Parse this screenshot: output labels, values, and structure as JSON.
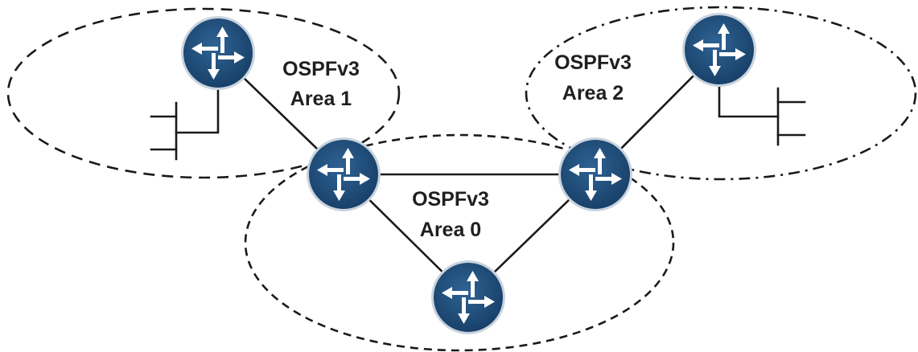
{
  "areas": [
    {
      "id": "area1",
      "label_line1": "OSPFv3",
      "label_line2": "Area 1",
      "boundary_style": "dashed"
    },
    {
      "id": "area2",
      "label_line1": "OSPFv3",
      "label_line2": "Area 2",
      "boundary_style": "dash-dot"
    },
    {
      "id": "area0",
      "label_line1": "OSPFv3",
      "label_line2": "Area 0",
      "boundary_style": "dashed"
    }
  ],
  "routers": [
    {
      "id": "router-area1",
      "icon": "router-icon"
    },
    {
      "id": "router-abr-left",
      "icon": "router-icon"
    },
    {
      "id": "router-abr-right",
      "icon": "router-icon"
    },
    {
      "id": "router-area2",
      "icon": "router-icon"
    },
    {
      "id": "router-area0-bottom",
      "icon": "router-icon"
    }
  ],
  "colors": {
    "router_fill": "#1f4e79",
    "router_rim": "#c9d3de",
    "router_arrows": "#ffffff",
    "line": "#1a1a1a"
  }
}
